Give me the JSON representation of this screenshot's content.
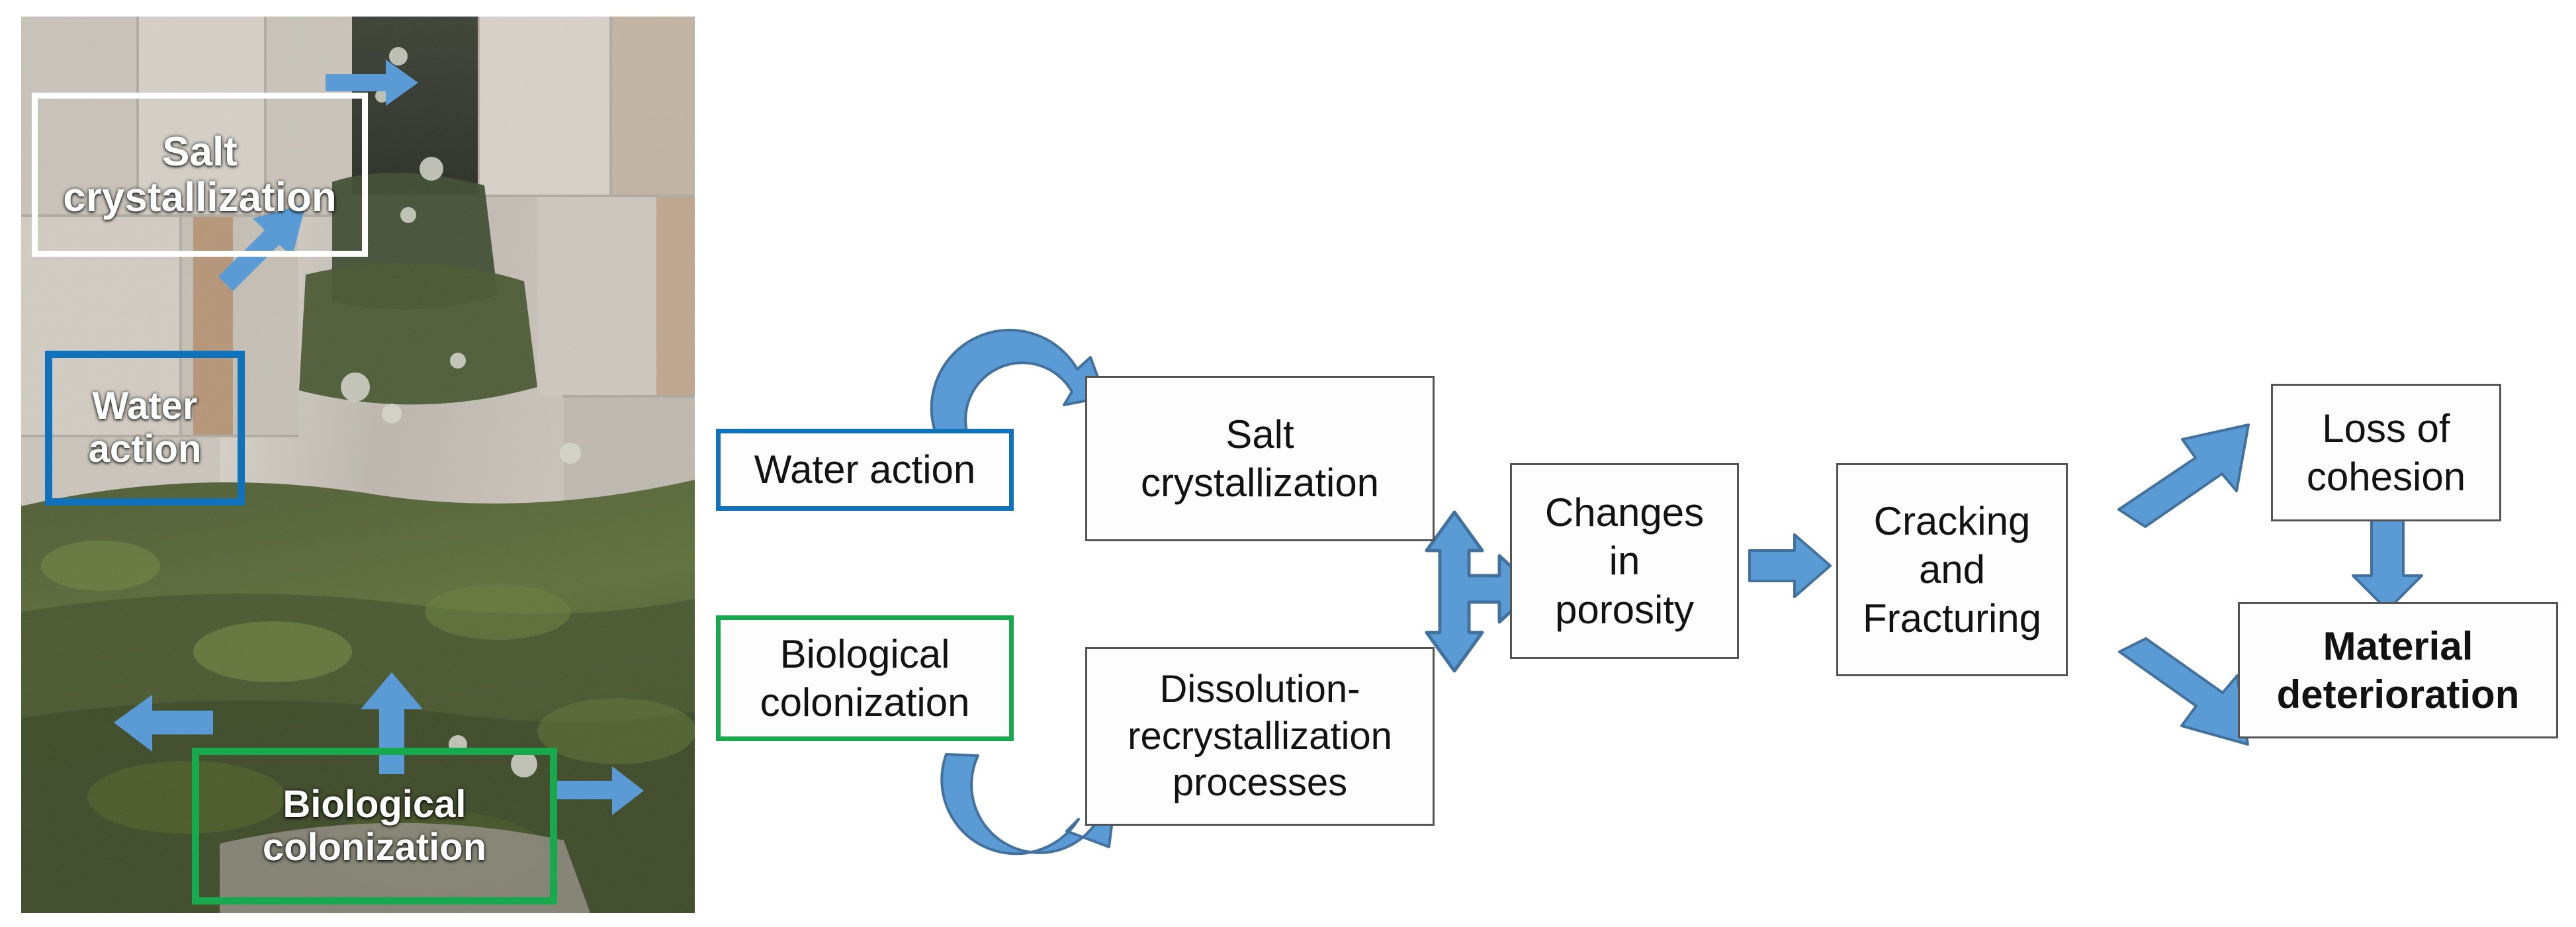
{
  "photo": {
    "alt": "Weathered stone masonry wall with moss and biological growth",
    "labels": [
      {
        "id": "salt",
        "text": "Salt\ncrystallization",
        "border_color": "#ffffff"
      },
      {
        "id": "water",
        "text": "Water\naction",
        "border_color": "#1072ba"
      },
      {
        "id": "bio",
        "text": "Biological\ncolonization",
        "border_color": "#18a84d"
      }
    ],
    "arrow_color": "#5b9bd5",
    "arrow_count": 5
  },
  "diagram": {
    "accent_arrow_color": "#5b9bd5",
    "node_border_color": "#545454",
    "nodes": {
      "water_action": "Water action",
      "biological_colonization": "Biological colonization",
      "salt_crystallization": "Salt crystallization",
      "dissolution": "Dissolution-recrystallization processes",
      "porosity": "Changes in porosity",
      "cracking": "Cracking and Fracturing",
      "loss_of_cohesion": "Loss of cohesion",
      "material_deterioration": "Material deterioration"
    },
    "node_lines": {
      "salt_crystallization": [
        "Salt",
        "crystallization"
      ],
      "dissolution": [
        "Dissolution-",
        "recrystallization",
        "processes"
      ],
      "porosity": [
        "Changes",
        "in",
        "porosity"
      ],
      "cracking": [
        "Cracking",
        "and",
        "Fracturing"
      ],
      "loss_of_cohesion": [
        "Loss of",
        "cohesion"
      ],
      "material_deterioration": [
        "Material",
        "deterioration"
      ],
      "biological_colonization": [
        "Biological",
        "colonization"
      ],
      "water_action": [
        "Water action"
      ]
    },
    "edges": [
      {
        "from": "water_action",
        "to": "salt_crystallization",
        "style": "curved-arc"
      },
      {
        "from": "biological_colonization",
        "to": "dissolution",
        "style": "curved-arc"
      },
      {
        "from": "salt_crystallization",
        "to": "porosity",
        "style": "three-way"
      },
      {
        "from": "dissolution",
        "to": "porosity",
        "style": "three-way"
      },
      {
        "from": "porosity",
        "to": "cracking",
        "style": "straight-right"
      },
      {
        "from": "cracking",
        "to": "loss_of_cohesion",
        "style": "diagonal-up-right"
      },
      {
        "from": "cracking",
        "to": "material_deterioration",
        "style": "diagonal-down-right"
      },
      {
        "from": "loss_of_cohesion",
        "to": "material_deterioration",
        "style": "straight-down"
      }
    ]
  }
}
